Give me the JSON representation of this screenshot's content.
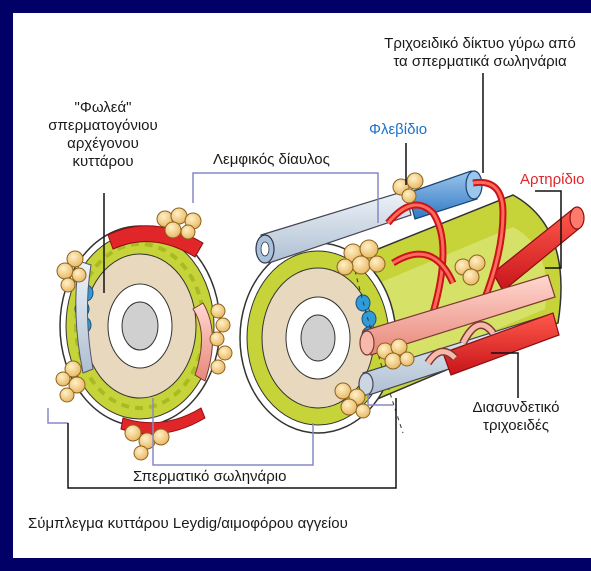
{
  "labels": {
    "niche_line1": "\"Φωλεά\"",
    "niche_line2": "σπερματογόνιου",
    "niche_line3": "αρχέγονου",
    "niche_line4": "κυττάρου",
    "lymphatic": "Λεμφικός δίαυλος",
    "capillary_net_line1": "Τριχοειδικό δίκτυο γύρω από",
    "capillary_net_line2": "τα σπερματικά σωληνάρια",
    "venule": "Φλεβίδιο",
    "arteriole": "Αρτηρίδιο",
    "interconnecting_line1": "Διασυνδετικό",
    "interconnecting_line2": "τριχοειδές",
    "seminiferous_tubule": "Σπερματικό σωληνάριο",
    "leydig_complex": "Σύμπλεγμα κυττάρου Leydig/αιμοφόρου αγγείου"
  },
  "colors": {
    "frame": "#000066",
    "venule": "#1a73c8",
    "arteriole": "#e1262a",
    "connector_lines": "#8888c8"
  }
}
